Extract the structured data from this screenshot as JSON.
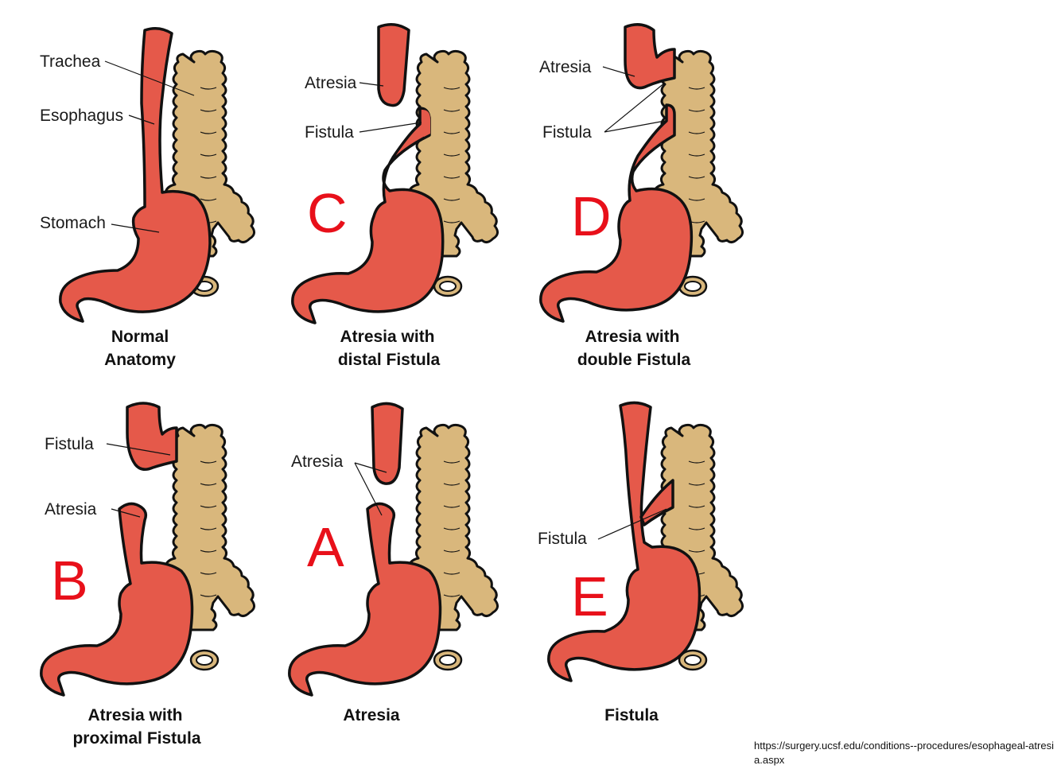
{
  "panels": {
    "normal": {
      "caption_line1": "Normal",
      "caption_line2": "Anatomy",
      "label_trachea": "Trachea",
      "label_esophagus": "Esophagus",
      "label_stomach": "Stomach"
    },
    "c": {
      "letter": "C",
      "caption_line1": "Atresia with",
      "caption_line2": "distal Fistula",
      "label_atresia": "Atresia",
      "label_fistula": "Fistula"
    },
    "d": {
      "letter": "D",
      "caption_line1": "Atresia with",
      "caption_line2": "double Fistula",
      "label_atresia": "Atresia",
      "label_fistula": "Fistula"
    },
    "b": {
      "letter": "B",
      "caption_line1": "Atresia with",
      "caption_line2": "proximal Fistula",
      "label_fistula": "Fistula",
      "label_atresia": "Atresia"
    },
    "a": {
      "letter": "A",
      "caption_line1": "Atresia",
      "label_atresia": "Atresia"
    },
    "e": {
      "letter": "E",
      "caption_line1": "Fistula",
      "label_fistula": "Fistula"
    }
  },
  "source": "https://surgery.ucsf.edu/conditions--procedures/esophageal-atresia.aspx",
  "colors": {
    "organ": "#e5594a",
    "trachea": "#d9b77c",
    "letter": "#e8101a"
  }
}
